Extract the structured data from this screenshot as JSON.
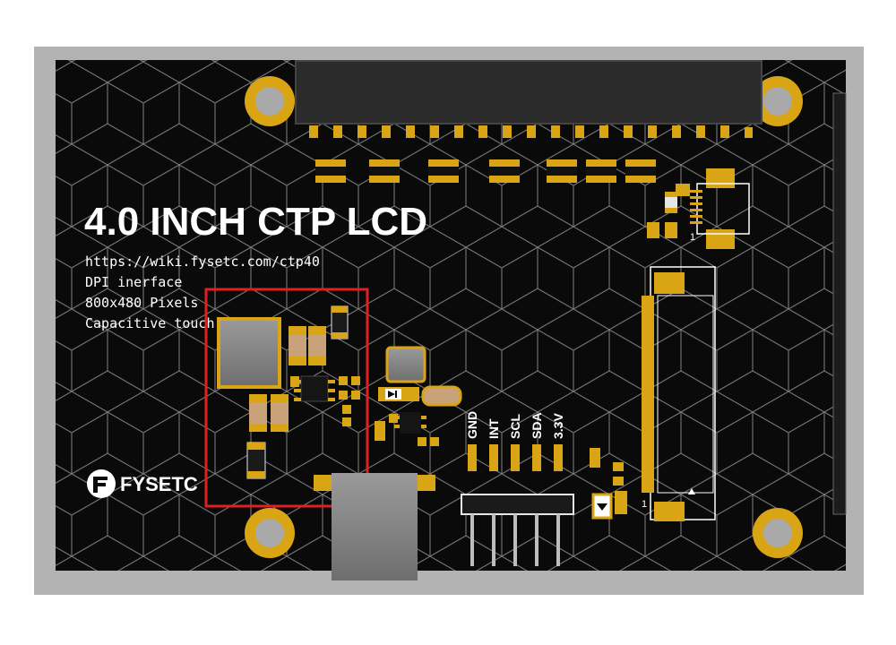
{
  "board": {
    "title": "4.0 INCH CTP LCD",
    "specs": [
      "https://wiki.fysetc.com/ctp40",
      "DPI inerface",
      "800x480 Pixels",
      "Capacitive touch"
    ],
    "logo_text": "FYSETC",
    "header_pins": [
      "GND",
      "INT",
      "SCL",
      "SDA",
      "3.3V"
    ],
    "fpc_pin1": "1",
    "touch_connector_pin1": "1"
  },
  "colors": {
    "frame": "#b3b3b3",
    "pcb": "#0a0a0a",
    "gold": "#d9a514",
    "silk": "#ffffff",
    "highlight": "#e02020"
  },
  "icons": [
    "fysetc-logo-icon",
    "diode-symbol-icon",
    "led-symbol-icon"
  ]
}
